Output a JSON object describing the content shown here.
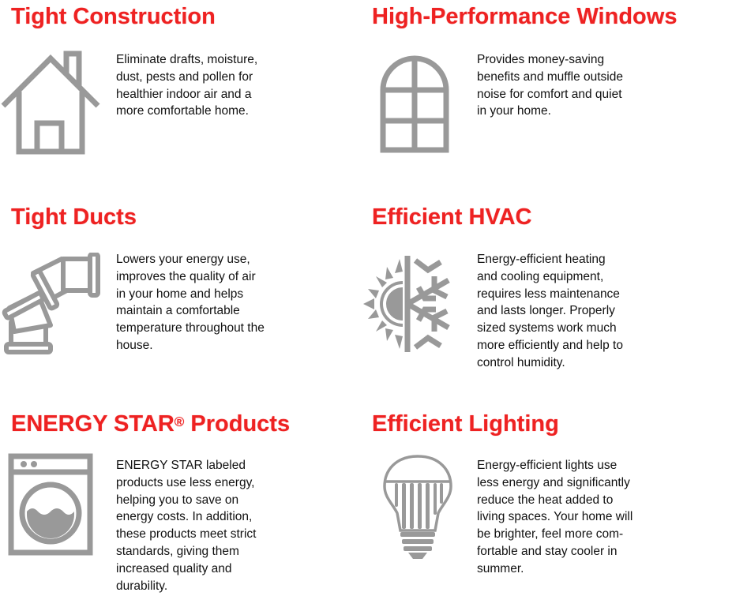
{
  "colors": {
    "title": "#ee2222",
    "icon": "#999999",
    "text": "#111111"
  },
  "sections": [
    {
      "title": "Tight Construction",
      "icon": "house-icon",
      "lines": [
        "Eliminate drafts, moisture,",
        "dust, pests and pollen for",
        "healthier indoor air and a",
        "more comfortable home."
      ]
    },
    {
      "title": "High-Performance Windows",
      "icon": "window-icon",
      "lines": [
        "Provides money-saving",
        "benefits and muffle outside",
        "noise for comfort and quiet",
        "in your home."
      ]
    },
    {
      "title": "Tight Ducts",
      "icon": "duct-icon",
      "lines": [
        "Lowers your energy use,",
        "improves the quality of air",
        "in your home and helps",
        "maintain a comfortable",
        "temperature throughout the",
        "house."
      ]
    },
    {
      "title": "Efficient HVAC",
      "icon": "sun-snowflake-icon",
      "lines": [
        "Energy-efficient heating",
        "and cooling equipment,",
        "requires less maintenance",
        "and lasts longer. Properly",
        "sized systems work much",
        "more efficiently and help to",
        "control humidity."
      ]
    },
    {
      "title": "ENERGY STAR",
      "title_mark": "®",
      "title_suffix": " Products",
      "icon": "washing-machine-icon",
      "lines": [
        "ENERGY STAR labeled",
        "products use less energy,",
        "helping you to save on",
        "energy costs. In addition,",
        "these products meet strict",
        "standards, giving them",
        "increased quality and",
        "durability."
      ]
    },
    {
      "title": "Efficient Lighting",
      "icon": "light-bulb-icon",
      "lines": [
        "Energy-efficient lights use",
        "less energy and significantly",
        "reduce the heat added to",
        "living spaces. Your home will",
        "be brighter, feel more com-",
        "fortable and stay cooler in",
        "summer."
      ]
    }
  ]
}
